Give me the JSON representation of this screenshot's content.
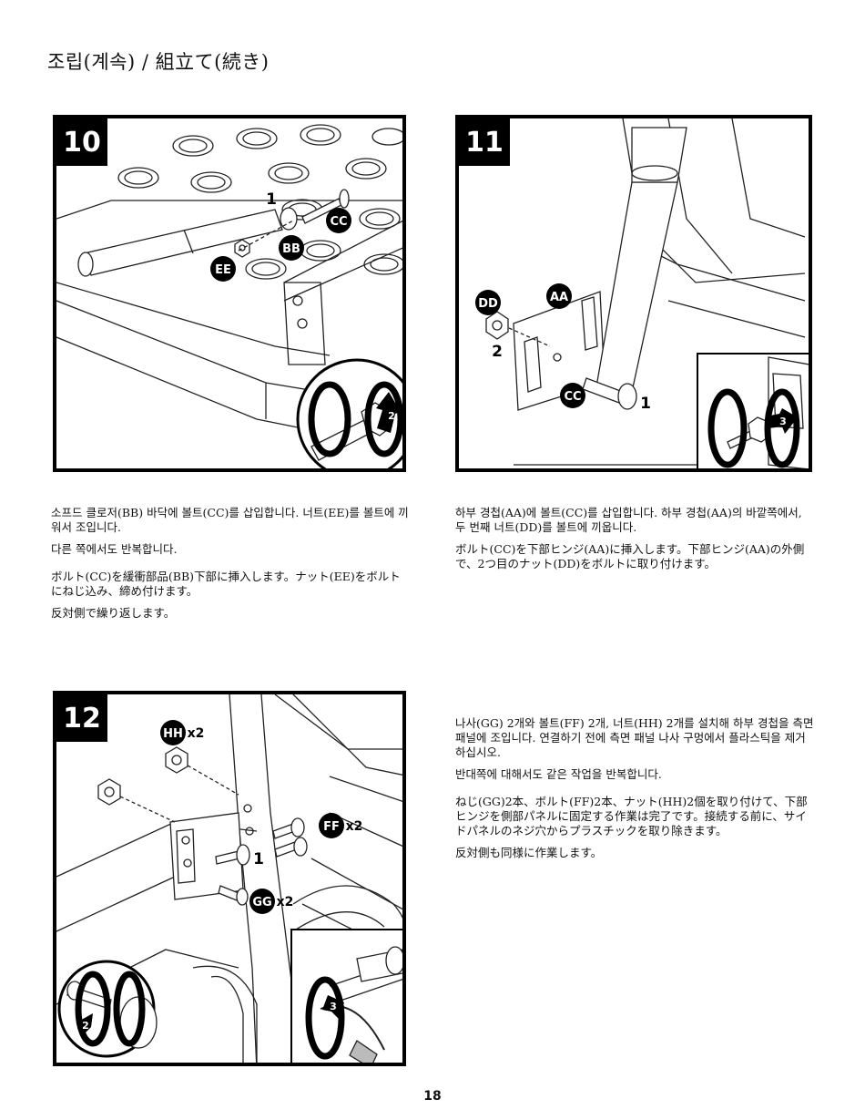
{
  "page_title": "조립(계속) / 組立て(続き)",
  "page_number": "18",
  "steps": [
    {
      "number": "10",
      "callouts": {
        "part_cc": "CC",
        "part_bb": "BB",
        "part_ee": "EE",
        "num1": "1",
        "arrow2": "2"
      },
      "text": [
        "소프드 클로저(BB) 바닥에 볼트(CC)를 삽입합니다. 너트(EE)를 볼트에 끼워서 조입니다.",
        "다른 쪽에서도 반복합니다.",
        "ボルト(CC)を緩衝部品(BB)下部に挿入します。ナット(EE)をボルトにねじ込み、締め付けます。",
        "反対側で繰り返します。"
      ]
    },
    {
      "number": "11",
      "callouts": {
        "part_dd": "DD",
        "part_aa": "AA",
        "part_cc": "CC",
        "num1": "1",
        "num2": "2",
        "arrow3": "3"
      },
      "text": [
        "하부 경첩(AA)에 볼트(CC)를 삽입합니다. 하부 경첩(AA)의 바깥쪽에서, 두 번째 너트(DD)를 볼트에 끼웁니다.",
        "ボルト(CC)を下部ヒンジ(AA)に挿入します。下部ヒンジ(AA)の外側で、2つ目のナット(DD)をボルトに取り付けます。"
      ]
    },
    {
      "number": "12",
      "callouts": {
        "part_hh": "HH",
        "qty_hh": "x2",
        "part_ff": "FF",
        "qty_ff": "x2",
        "part_gg": "GG",
        "qty_gg": "x2",
        "num1": "1",
        "arrow2": "2",
        "arrow3": "3"
      },
      "text": [
        "나사(GG) 2개와 볼트(FF) 2개, 너트(HH) 2개를 설치해 하부 경첩을 측면 패널에 조입니다. 연결하기 전에 측면 패널 나사 구멍에서 플라스틱을 제거하십시오.",
        "반대쪽에 대해서도 같은 작업을 반복합니다.",
        "ねじ(GG)2本、ボルト(FF)2本、ナット(HH)2個を取り付けて、下部ヒンジを側部パネルに固定する作業は完了です。接続する前に、サイドパネルのネジ穴からプラスチックを取り除きます。",
        "反対側も同様に作業します。"
      ]
    }
  ]
}
